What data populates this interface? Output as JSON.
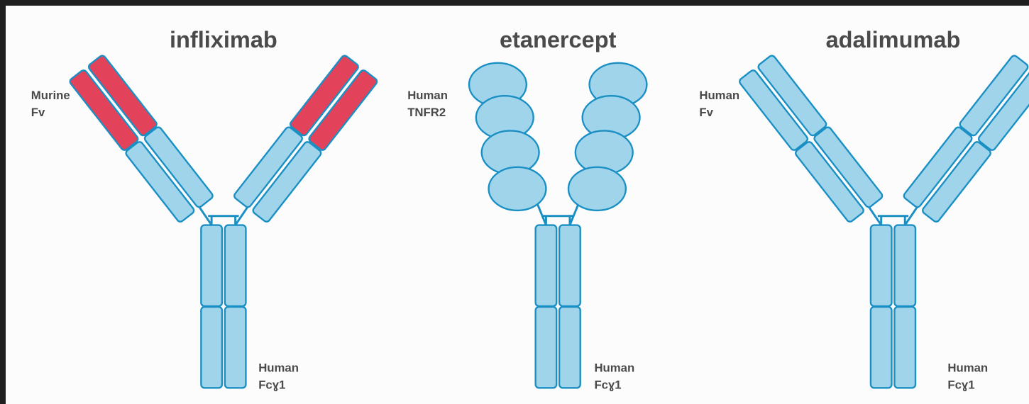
{
  "panels": [
    {
      "id": "infliximab",
      "title": "infliximab",
      "variable_label": [
        "Murine",
        "Fv"
      ],
      "constant_label": [
        "Human",
        "Fcɣ1"
      ],
      "arm_type": "antibody",
      "variable_color": "#e2425a"
    },
    {
      "id": "etanercept",
      "title": "etanercept",
      "variable_label": [
        "Human",
        "TNFR2"
      ],
      "constant_label": [
        "Human",
        "Fcɣ1"
      ],
      "arm_type": "receptor",
      "variable_color": "#9fd4ea"
    },
    {
      "id": "adalimumab",
      "title": "adalimumab",
      "variable_label": [
        "Human",
        "Fv"
      ],
      "constant_label": [
        "Human",
        "Fcɣ1"
      ],
      "arm_type": "antibody",
      "variable_color": "#9fd4ea"
    }
  ],
  "colors": {
    "domain_fill": "#9fd4ea",
    "outline": "#1a8fc4",
    "murine": "#e2425a",
    "text": "#4a4a4a",
    "background": "#fcfcfc"
  }
}
